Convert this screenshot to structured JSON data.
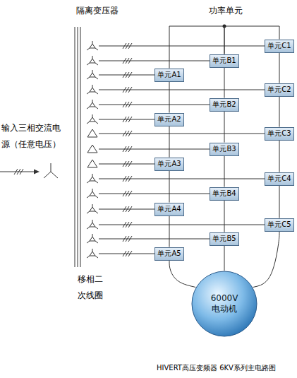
{
  "diagram": {
    "caption": "HIVERT高压变频器 6KV系列主电路图",
    "nodes": [
      {
        "text": [
          "单元C1"
        ]
      },
      {
        "text": [
          "单元B1"
        ]
      },
      {
        "text": [
          "单元A1"
        ]
      },
      {
        "text": [
          "单元C2"
        ]
      },
      {
        "text": [
          "单元B2"
        ]
      },
      {
        "text": [
          "单元A2"
        ]
      },
      {
        "text": [
          "单元C3"
        ]
      },
      {
        "text": [
          "单元B3"
        ]
      },
      {
        "text": [
          "单元A3"
        ]
      },
      {
        "text": [
          "单元C4"
        ]
      },
      {
        "text": [
          "单元B4"
        ]
      },
      {
        "text": [
          "单元A4"
        ]
      },
      {
        "text": [
          "单元C5"
        ]
      },
      {
        "text": [
          "单元B5"
        ]
      },
      {
        "text": [
          "单元A5"
        ]
      },
      {
        "text": [
          "6000V 电动机"
        ]
      }
    ],
    "edges": [
      {
        "from": 2,
        "to": 1,
        "arrow": "none"
      },
      {
        "from": 0,
        "to": 1,
        "arrow": "none"
      },
      {
        "from": 2,
        "to": 5,
        "arrow": "none"
      },
      {
        "from": 5,
        "to": 8,
        "arrow": "none"
      },
      {
        "from": 8,
        "to": 11,
        "arrow": "none"
      },
      {
        "from": 11,
        "to": 14,
        "arrow": "none"
      },
      {
        "from": 1,
        "to": 4,
        "arrow": "none"
      },
      {
        "from": 4,
        "to": 7,
        "arrow": "none"
      },
      {
        "from": 7,
        "to": 10,
        "arrow": "none"
      },
      {
        "from": 10,
        "to": 13,
        "arrow": "none"
      },
      {
        "from": 0,
        "to": 3,
        "arrow": "none"
      },
      {
        "from": 3,
        "to": 6,
        "arrow": "none"
      },
      {
        "from": 6,
        "to": 9,
        "arrow": "none"
      },
      {
        "from": 9,
        "to": 12,
        "arrow": "none"
      },
      {
        "from": 14,
        "to": 15,
        "arrow": "none"
      },
      {
        "from": 13,
        "to": 15,
        "arrow": "none"
      },
      {
        "from": 12,
        "to": 15,
        "arrow": "none"
      }
    ],
    "labels": [
      "隔离变压器",
      "功率单元",
      "输入三相交流电 源（任意电压）",
      "移相二 次线圈"
    ]
  }
}
